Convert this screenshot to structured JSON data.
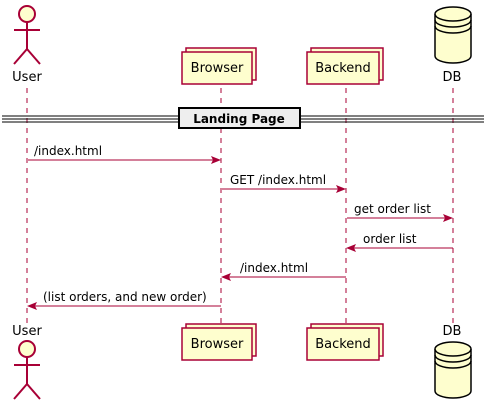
{
  "colors": {
    "accent": "#A80036",
    "fill": "#FEFECE",
    "line": "#A80036",
    "divider": "#000000",
    "background": "#FFFFFF"
  },
  "participants": [
    {
      "id": "user",
      "kind": "actor",
      "label": "User",
      "icon": "actor-stick-figure-icon"
    },
    {
      "id": "browser",
      "kind": "collections",
      "label": "Browser",
      "icon": "collections-box-icon"
    },
    {
      "id": "backend",
      "kind": "collections",
      "label": "Backend",
      "icon": "collections-box-icon"
    },
    {
      "id": "db",
      "kind": "database",
      "label": "DB",
      "icon": "database-cylinder-icon"
    }
  ],
  "divider": {
    "label": "Landing Page"
  },
  "messages": [
    {
      "from": "user",
      "to": "browser",
      "label": "/index.html"
    },
    {
      "from": "browser",
      "to": "backend",
      "label": "GET /index.html"
    },
    {
      "from": "backend",
      "to": "db",
      "label": "get order list"
    },
    {
      "from": "db",
      "to": "backend",
      "label": "order list"
    },
    {
      "from": "backend",
      "to": "browser",
      "label": "/index.html"
    },
    {
      "from": "browser",
      "to": "user",
      "label": "(list orders, and new order)"
    }
  ]
}
